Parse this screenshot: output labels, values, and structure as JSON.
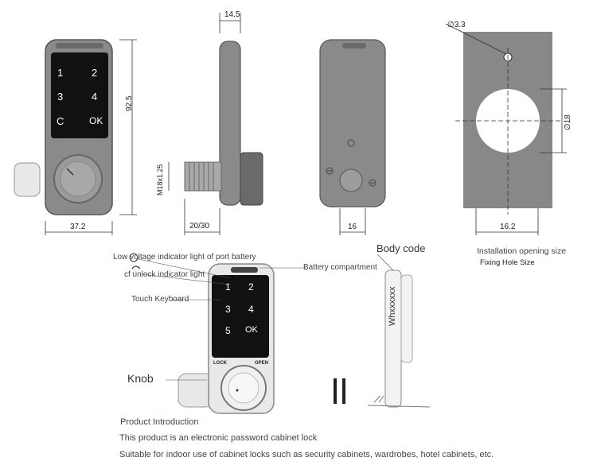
{
  "dimensions": {
    "depth": "14.5",
    "height": "92.5",
    "width": "37.2",
    "thread": "M18x1.25",
    "panel_range": "20/30",
    "back_width": "16",
    "small_hole": "∅3.3",
    "large_hole": "∅18",
    "cutout_width": "16.2"
  },
  "keypad_top": {
    "keys": [
      "1",
      "2",
      "3",
      "4",
      "C",
      "OK"
    ]
  },
  "keypad_bottom": {
    "keys": [
      "1",
      "2",
      "3",
      "4",
      "5",
      "OK"
    ],
    "lock_label": "LOCK",
    "open_label": "OPEN"
  },
  "installation": {
    "title": "Installation opening size",
    "subtitle": "Fixing Hole Size"
  },
  "callouts": {
    "low_voltage": "Low voltage indicator light of port battery",
    "unlock": "cf unlock indicator light",
    "touch_keyboard": "Touch Keyboard",
    "battery": "Battery compartment",
    "body_code": "Body code",
    "body_code_value": "Whxxxxxx",
    "knob": "Knob"
  },
  "intro": {
    "heading": "Product Introduction",
    "line1": "This product is an electronic password cabinet lock",
    "line2": "Suitable for indoor use of cabinet locks such as security cabinets, wardrobes, hotel cabinets, etc."
  },
  "colors": {
    "body": "#8a8a8a",
    "keypad": "#111111",
    "plate": "#888888"
  }
}
